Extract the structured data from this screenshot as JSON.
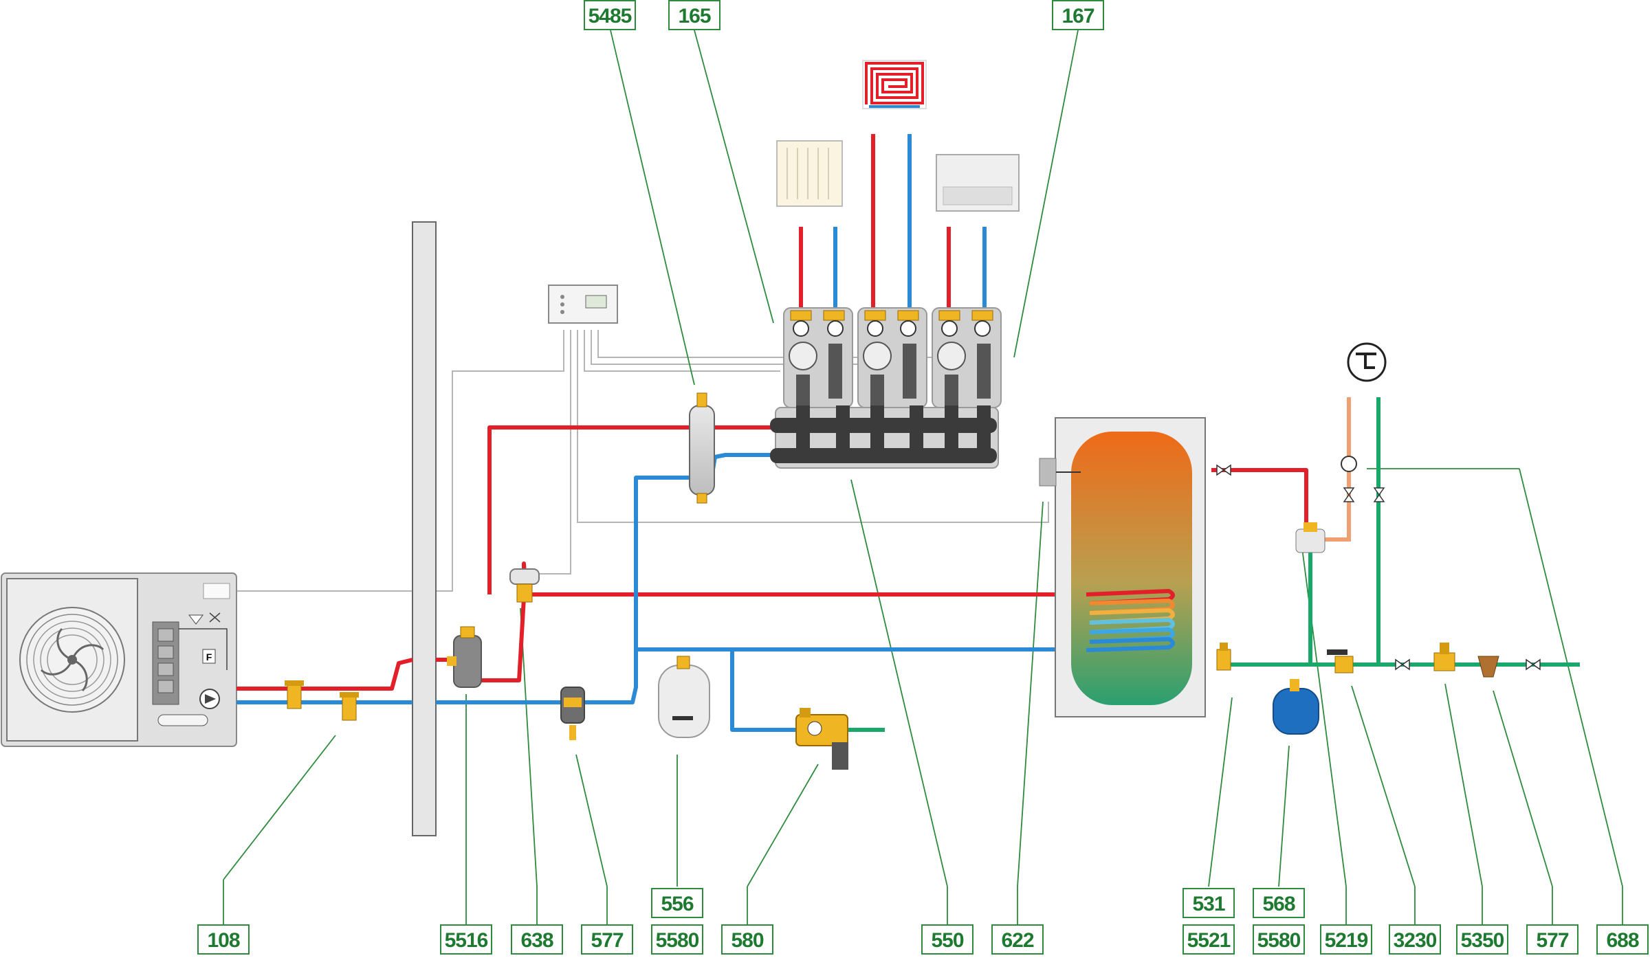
{
  "labels": {
    "top_5485": "5485",
    "top_165": "165",
    "top_167": "167",
    "b_108": "108",
    "b_5516": "5516",
    "b_638": "638",
    "b_577a": "577",
    "b_556": "556",
    "b_5580a": "5580",
    "b_580": "580",
    "b_550": "550",
    "b_622": "622",
    "b_531": "531",
    "b_5521": "5521",
    "b_568": "568",
    "b_5580b": "5580",
    "b_5219": "5219",
    "b_3230": "3230",
    "b_5350": "5350",
    "b_577b": "577",
    "b_688": "688"
  },
  "colors": {
    "hot": "#e3202a",
    "cold": "#2a8ad6",
    "dhw": "#1aa86a",
    "dhw_hot": "#f0a070",
    "label_green": "#2e8b3d",
    "wire": "#b5b5b5",
    "brass": "#f0b522"
  }
}
